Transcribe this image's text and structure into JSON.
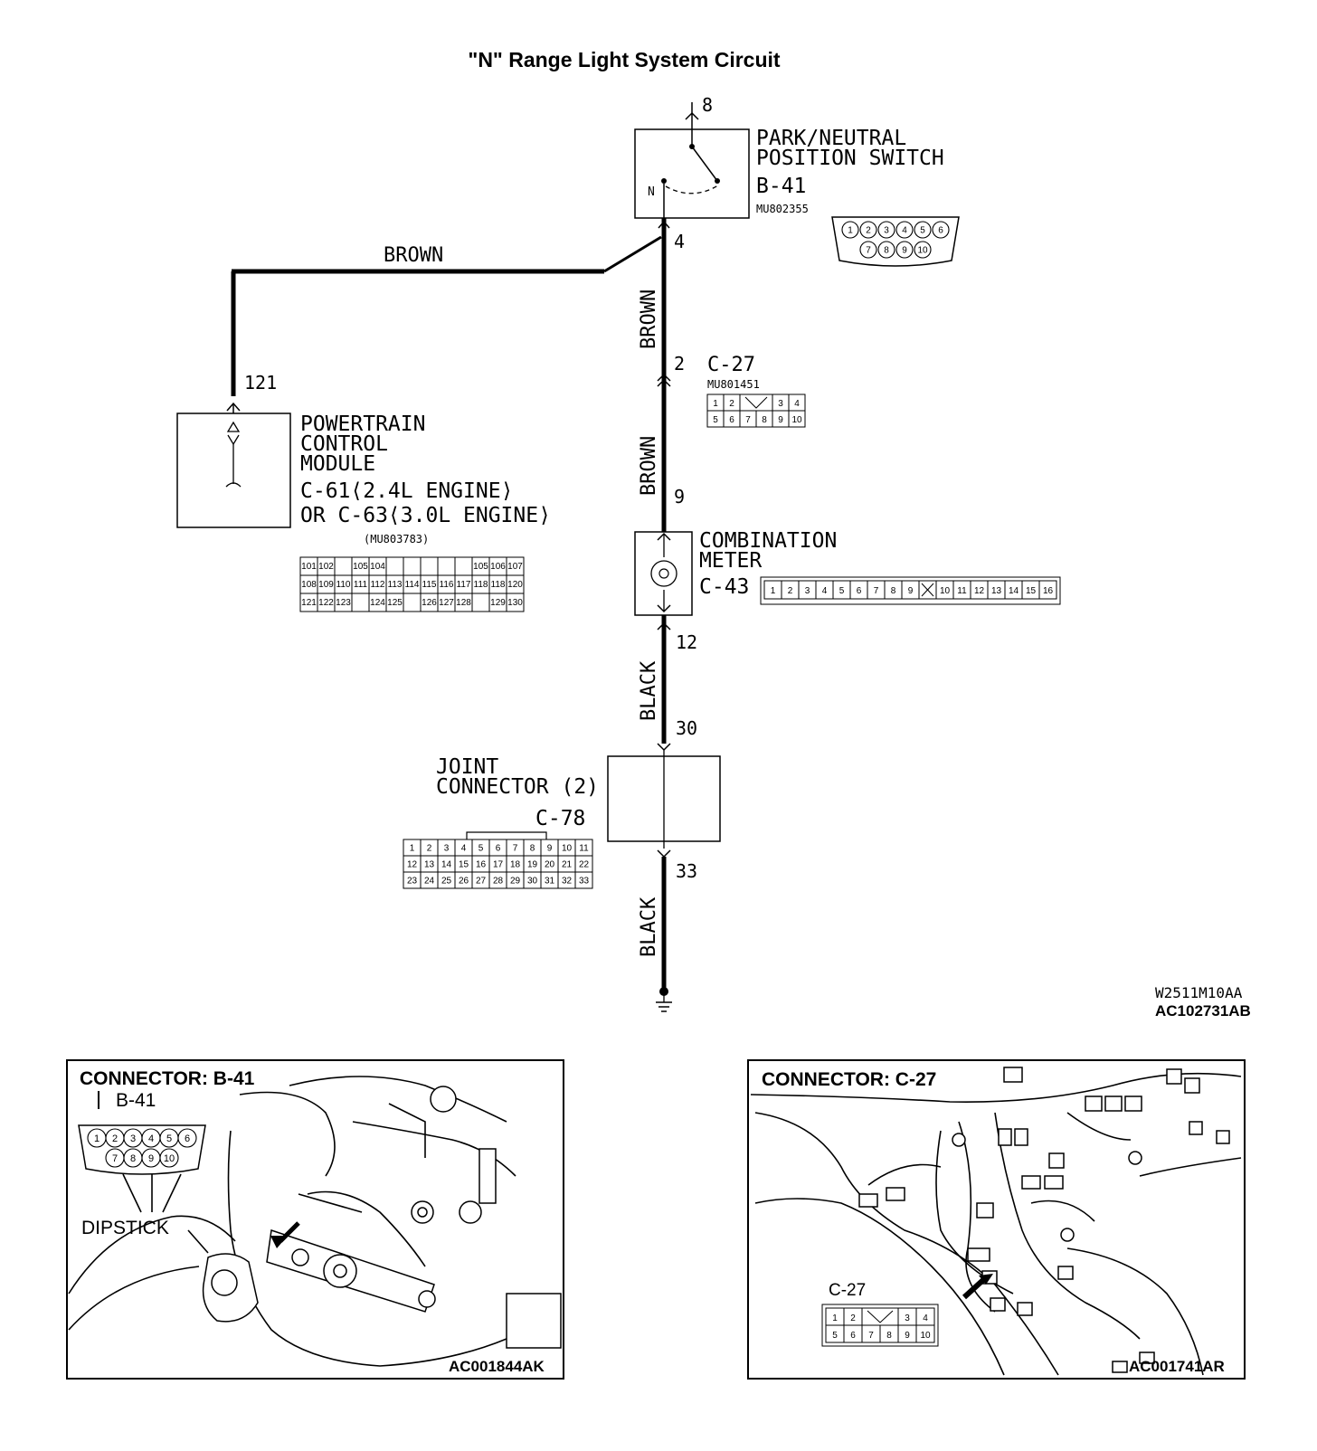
{
  "title": "\"N\" Range Light System Circuit",
  "codes": {
    "ref_top": "W2511M10AA",
    "ref_bottom": "AC102731AB"
  },
  "park_neutral_switch": {
    "name_line1": "PARK/NEUTRAL",
    "name_line2": "POSITION SWITCH",
    "connector": "B-41",
    "part_no": "MU802355",
    "terminal_top": "8",
    "terminal_bottom": "4",
    "switch_label": "N",
    "pins_row1": [
      "1",
      "2",
      "3",
      "4",
      "5",
      "6"
    ],
    "pins_row2": [
      "7",
      "8",
      "9",
      "10"
    ]
  },
  "pcm": {
    "name_line1": "POWERTRAIN",
    "name_line2": "CONTROL",
    "name_line3": "MODULE",
    "conn_line1": "C-61⟨2.4L ENGINE⟩",
    "conn_line2": "OR C-63⟨3.0L ENGINE⟩",
    "part_no": "(MU803783)",
    "terminal": "121",
    "row1": [
      "101",
      "102",
      "",
      "105",
      "104",
      "",
      "",
      "",
      "",
      "",
      "105",
      "106",
      "107"
    ],
    "row2": [
      "108",
      "109",
      "110",
      "111",
      "112",
      "113",
      "114",
      "115",
      "116",
      "117",
      "118",
      "118",
      "120"
    ],
    "row3": [
      "121",
      "122",
      "123",
      "",
      "124",
      "125",
      "",
      "126",
      "127",
      "128",
      "",
      "129",
      "130"
    ]
  },
  "c27": {
    "connector": "C-27",
    "part_no": "MU801451",
    "terminal": "2",
    "row1": [
      "1",
      "2",
      "",
      "3",
      "4"
    ],
    "row2": [
      "5",
      "6",
      "7",
      "8",
      "9",
      "10"
    ]
  },
  "combination_meter": {
    "name_line1": "COMBINATION",
    "name_line2": "METER",
    "connector": "C-43",
    "terminal_top": "9",
    "terminal_bottom": "12",
    "pins": [
      "1",
      "2",
      "3",
      "4",
      "5",
      "6",
      "7",
      "8",
      "9",
      "",
      "10",
      "11",
      "12",
      "13",
      "14",
      "15",
      "16"
    ]
  },
  "joint_connector": {
    "name_line1": "JOINT",
    "name_line2": "CONNECTOR (2)",
    "connector": "C-78",
    "terminal_top": "30",
    "terminal_bottom": "33",
    "row1": [
      "1",
      "2",
      "3",
      "4",
      "5",
      "6",
      "7",
      "8",
      "9",
      "10",
      "11"
    ],
    "row2": [
      "12",
      "13",
      "14",
      "15",
      "16",
      "17",
      "18",
      "19",
      "20",
      "21",
      "22"
    ],
    "row3": [
      "23",
      "24",
      "25",
      "26",
      "27",
      "28",
      "29",
      "30",
      "31",
      "32",
      "33"
    ]
  },
  "wires": {
    "brown_horizontal": "BROWN",
    "brown_v1": "BROWN",
    "brown_v2": "BROWN",
    "black_v1": "BLACK",
    "black_v2": "BLACK"
  },
  "panel_left": {
    "title": "CONNECTOR: B-41",
    "tag": "B-41",
    "dipstick": "DIPSTICK",
    "code": "AC001844AK",
    "pins_row1": [
      "1",
      "2",
      "3",
      "4",
      "5",
      "6"
    ],
    "pins_row2": [
      "7",
      "8",
      "9",
      "10"
    ]
  },
  "panel_right": {
    "title": "CONNECTOR: C-27",
    "tag": "C-27",
    "code": "AC001741AR",
    "row1": [
      "1",
      "2",
      "",
      "3",
      "4"
    ],
    "row2": [
      "5",
      "6",
      "7",
      "8",
      "9",
      "10"
    ]
  }
}
